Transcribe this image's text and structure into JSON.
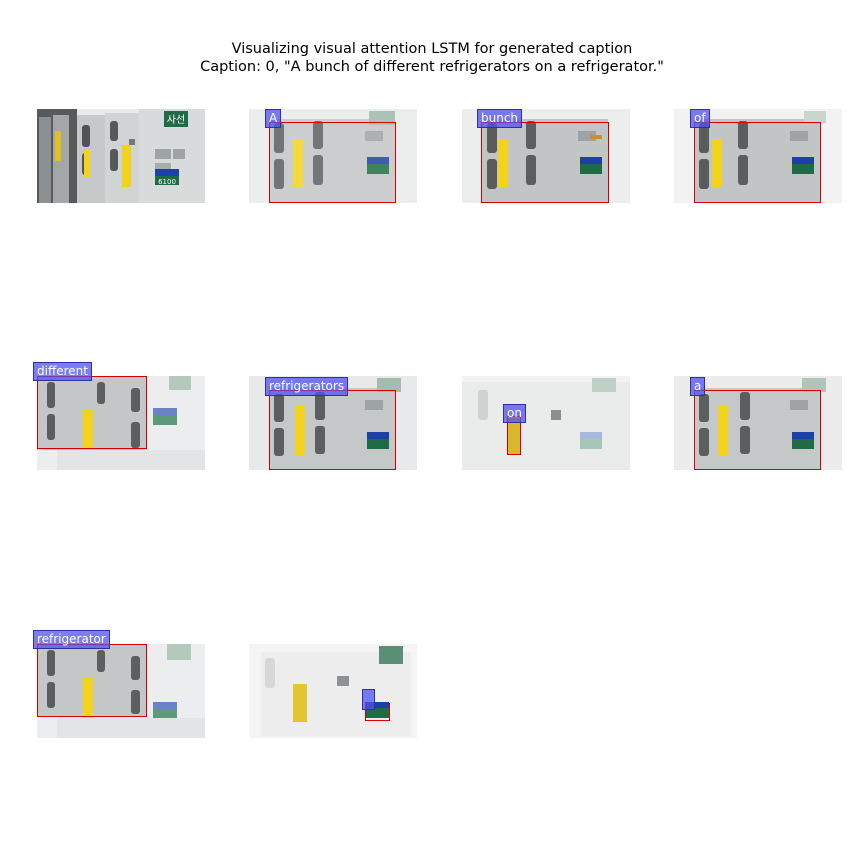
{
  "figure": {
    "title_line1": "Visualizing visual attention LSTM for generated caption",
    "title_line2": "Caption: 0, \"A bunch of different refrigerators on a refrigerator.\""
  },
  "panels": [
    {
      "word": ""
    },
    {
      "word": "A"
    },
    {
      "word": "bunch"
    },
    {
      "word": "of"
    },
    {
      "word": "different"
    },
    {
      "word": "refrigerators"
    },
    {
      "word": "on"
    },
    {
      "word": "a"
    },
    {
      "word": "refrigerator"
    },
    {
      "word": ""
    }
  ],
  "photo_text": {
    "sign": "사선",
    "number_plate": "6100"
  },
  "colors": {
    "attention_box": "#d40000",
    "word_label_bg": "#5050f0",
    "sign_green": "#1f6b45",
    "label_yellow": "#f2d21b",
    "plate_blue": "#1d3fa8"
  }
}
